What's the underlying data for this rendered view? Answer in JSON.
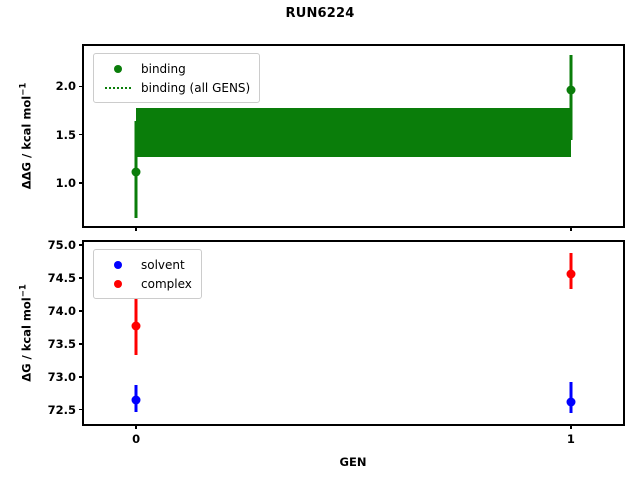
{
  "chart_data": {
    "type": "scatter",
    "title": "RUN6224",
    "xlabel": "GEN",
    "x": [
      0,
      1
    ],
    "xticklabels": [
      "0",
      "1"
    ],
    "xlim": [
      -0.12,
      1.12
    ],
    "panels": [
      {
        "name": "ddg-panel",
        "ylabel_html": "ΔΔG / kcal mol",
        "ylabel_sup": "−1",
        "ylim": [
          0.55,
          2.42
        ],
        "yticks": [
          1.0,
          1.5,
          2.0
        ],
        "yticklabels": [
          "1.0",
          "1.5",
          "2.0"
        ],
        "grid": false,
        "legend_position": "upper left",
        "series": [
          {
            "name": "binding",
            "label": "binding",
            "color": "#0a7d0a",
            "style": "marker-errorbar",
            "values": [
              1.11,
              1.96
            ],
            "err_low": [
              0.63,
              1.44
            ],
            "err_high": [
              1.64,
              2.33
            ]
          },
          {
            "name": "binding (all GENS)",
            "label": "binding (all GENS)",
            "color": "#0a7d0a",
            "style": "band",
            "band_low": 1.27,
            "band_high": 1.78
          }
        ]
      },
      {
        "name": "dg-panel",
        "ylabel_html": "ΔG / kcal mol",
        "ylabel_sup": "−1",
        "ylim": [
          72.28,
          75.05
        ],
        "yticks": [
          72.5,
          73.0,
          73.5,
          74.0,
          74.5,
          75.0
        ],
        "yticklabels": [
          "72.5",
          "73.0",
          "73.5",
          "74.0",
          "74.5",
          "75.0"
        ],
        "grid": false,
        "legend_position": "upper left",
        "series": [
          {
            "name": "solvent",
            "label": "solvent",
            "color": "#0000ff",
            "style": "marker-errorbar",
            "values": [
              72.65,
              72.62
            ],
            "err_low": [
              72.47,
              72.44
            ],
            "err_high": [
              72.88,
              72.92
            ]
          },
          {
            "name": "complex",
            "label": "complex",
            "color": "#ff0000",
            "style": "marker-errorbar",
            "values": [
              73.77,
              74.57
            ],
            "err_low": [
              73.33,
              74.34
            ],
            "err_high": [
              74.22,
              74.88
            ]
          }
        ]
      }
    ]
  }
}
